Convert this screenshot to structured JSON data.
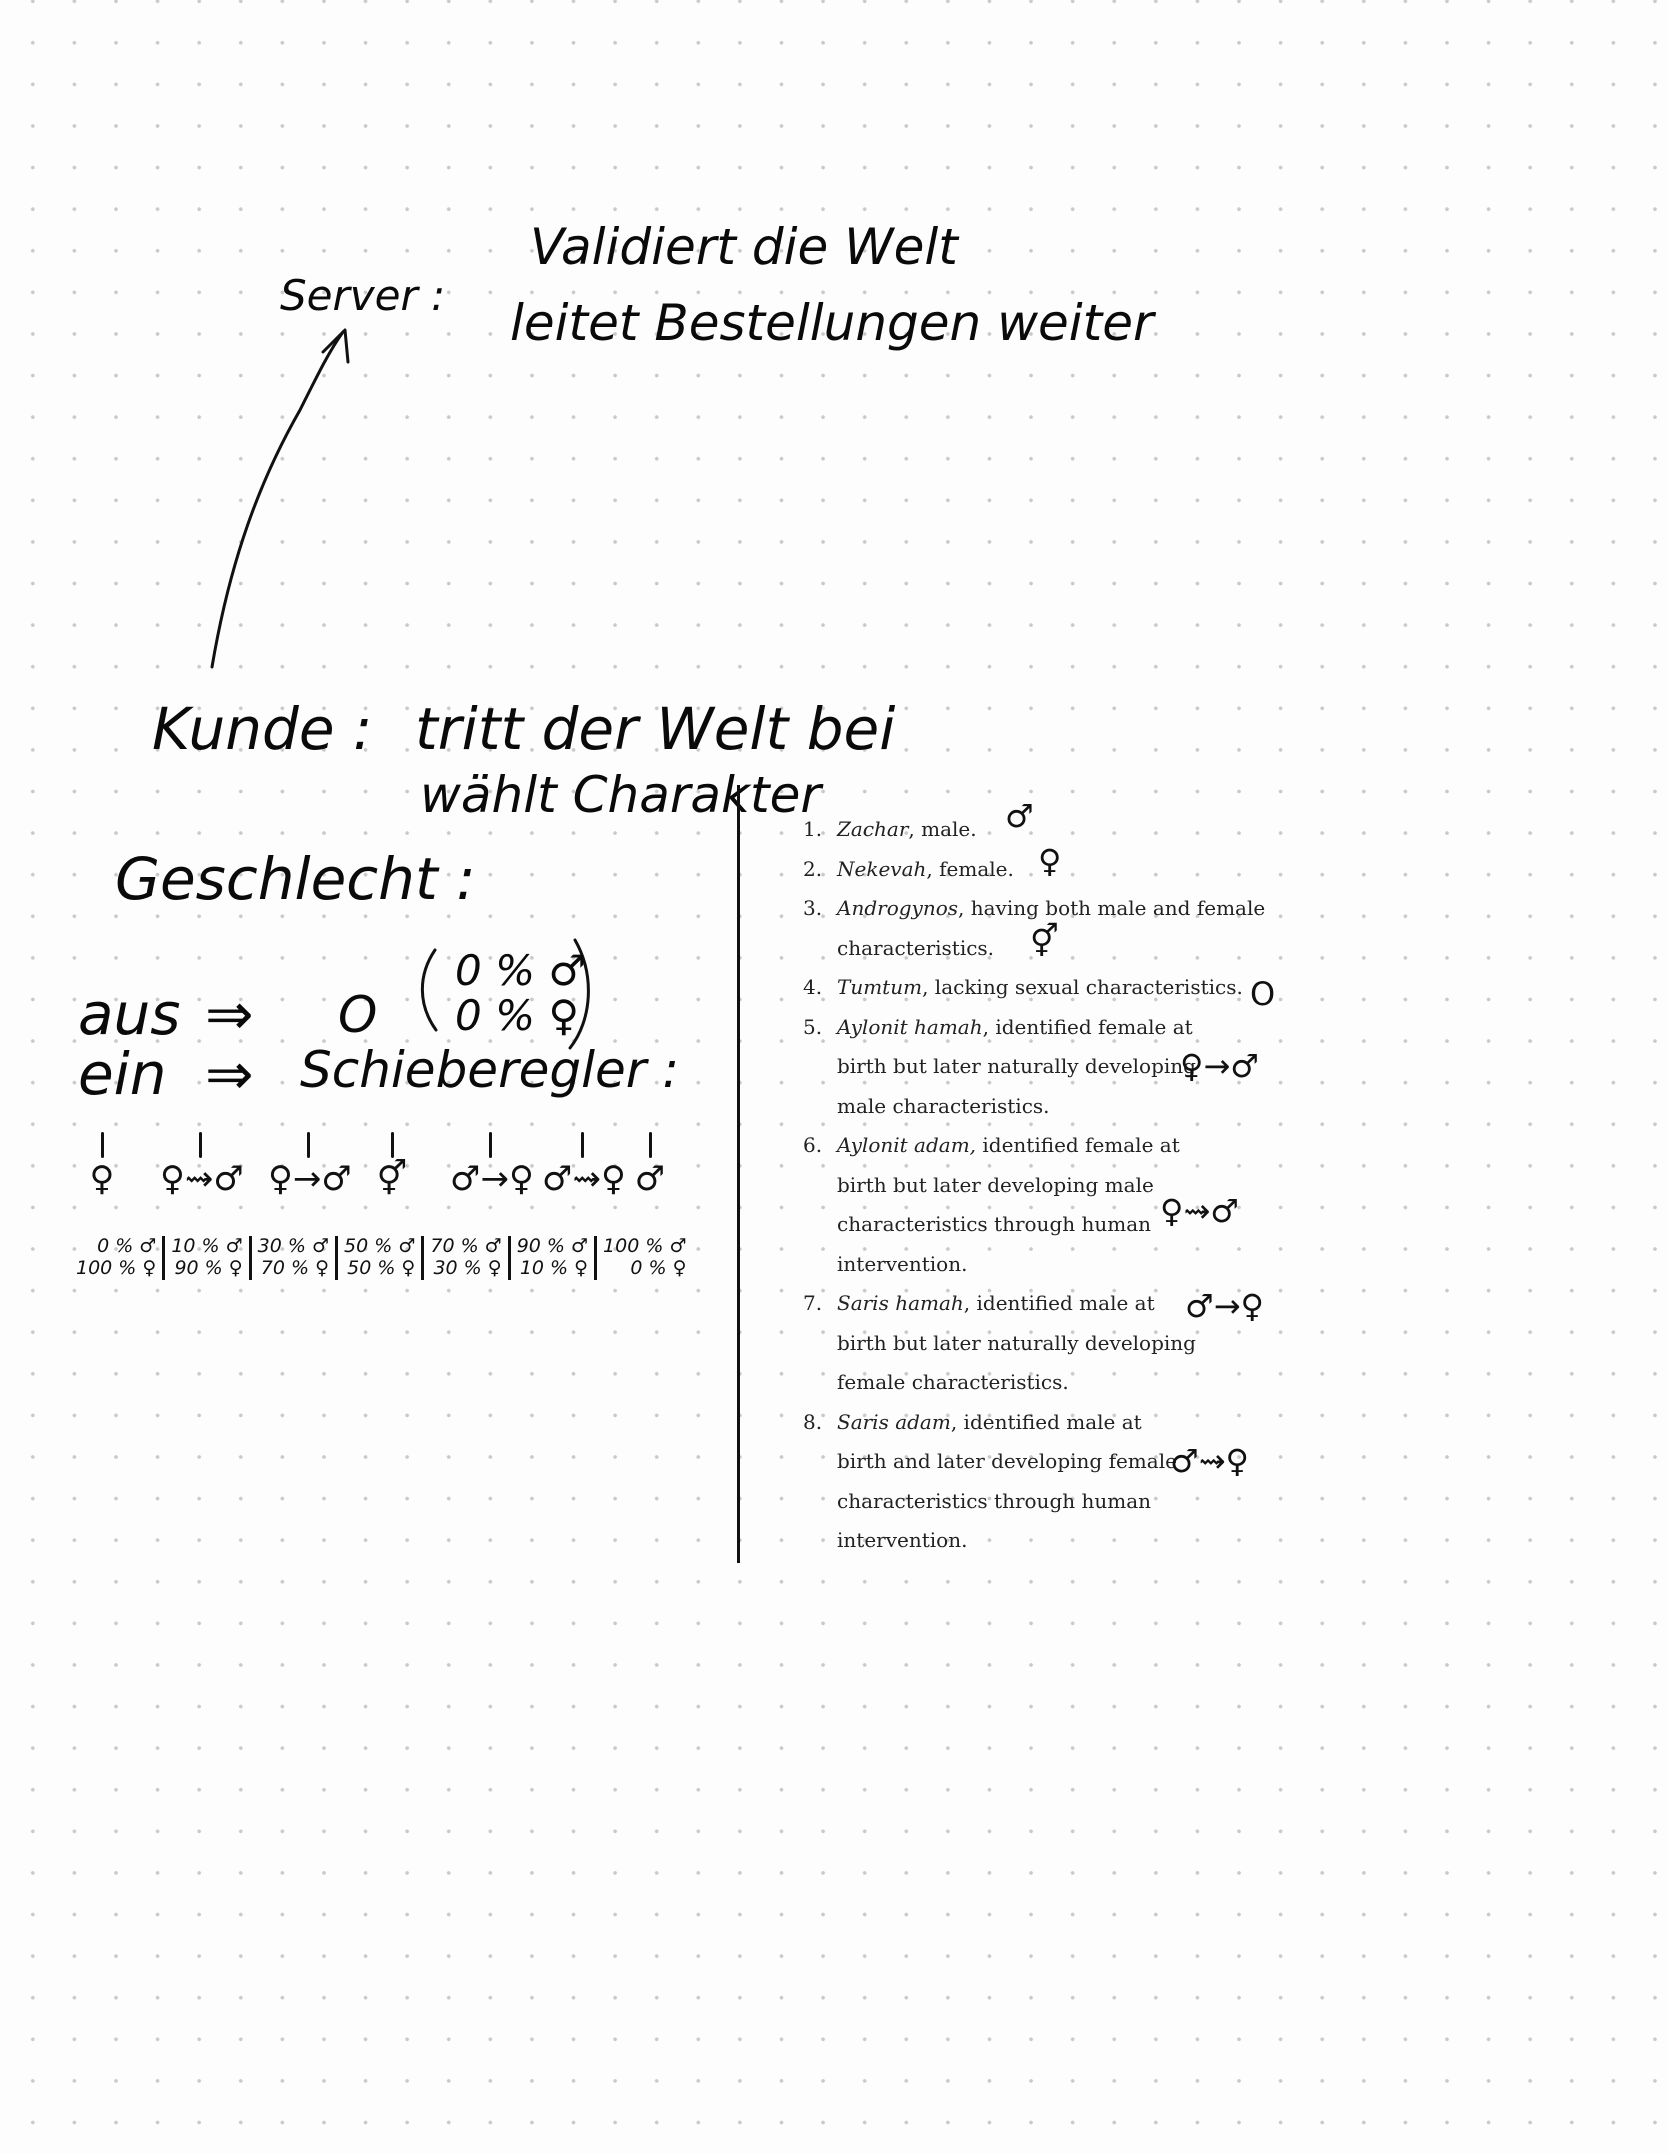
{
  "notes": {
    "server_label": "Server :",
    "server_line1": "Validiert die Welt",
    "server_line2": "leitet Bestellungen weiter",
    "kunde_label": "Kunde :",
    "kunde_line1": "tritt der Welt bei",
    "kunde_line2": "wählt Charakter",
    "geschlecht_label": "Geschlecht :",
    "aus_label": "aus",
    "ein_label": "ein",
    "arrow_glyph": "⇒",
    "aus_value": "O",
    "aus_detail_line1": "0 % ♂",
    "aus_detail_line2": "0 % ♀",
    "ein_value": "Schieberegler :"
  },
  "slider": {
    "positions": [
      {
        "symbol": "♀",
        "male": "0 % ♂",
        "female": "100 % ♀"
      },
      {
        "symbol": "♀⇝♂",
        "male": "10 % ♂",
        "female": "90 % ♀"
      },
      {
        "symbol": "♀→♂",
        "male": "30 % ♂",
        "female": "70 % ♀"
      },
      {
        "symbol": "⚥",
        "male": "50 % ♂",
        "female": "50 % ♀"
      },
      {
        "symbol": "♂→♀",
        "male": "70 % ♂",
        "female": "30 % ♀"
      },
      {
        "symbol": "♂⇝♀",
        "male": "90 % ♂",
        "female": "10 % ♀"
      },
      {
        "symbol": "♂",
        "male": "100 % ♂",
        "female": "0 % ♀"
      }
    ]
  },
  "list": {
    "items": [
      {
        "num": "1.",
        "term": "Zachar",
        "desc": ", male.",
        "symbol": "♂"
      },
      {
        "num": "2.",
        "term": "Nekevah",
        "desc": ", female.",
        "symbol": "♀"
      },
      {
        "num": "3.",
        "term": "Androgynos",
        "desc": ", having both male and female characteristics.",
        "symbol": "⚥"
      },
      {
        "num": "4.",
        "term": "Tumtum",
        "desc": ", lacking sexual characteristics.",
        "symbol": "O"
      },
      {
        "num": "5.",
        "term": "Aylonit hamah",
        "desc": ", identified female at birth but later naturally developing male characteristics.",
        "symbol": "♀→♂"
      },
      {
        "num": "6.",
        "term": "Aylonit adam,",
        "desc": " identified female at birth but later developing male characteristics through human intervention.",
        "symbol": "♀⇝♂"
      },
      {
        "num": "7.",
        "term": "Saris hamah",
        "desc": ", identified male at birth but later naturally developing female characteristics.",
        "symbol": "♂→♀"
      },
      {
        "num": "8.",
        "term": "Saris adam",
        "desc": ", identified male at birth and later developing female characteristics through human intervention.",
        "symbol": "♂⇝♀"
      }
    ]
  }
}
